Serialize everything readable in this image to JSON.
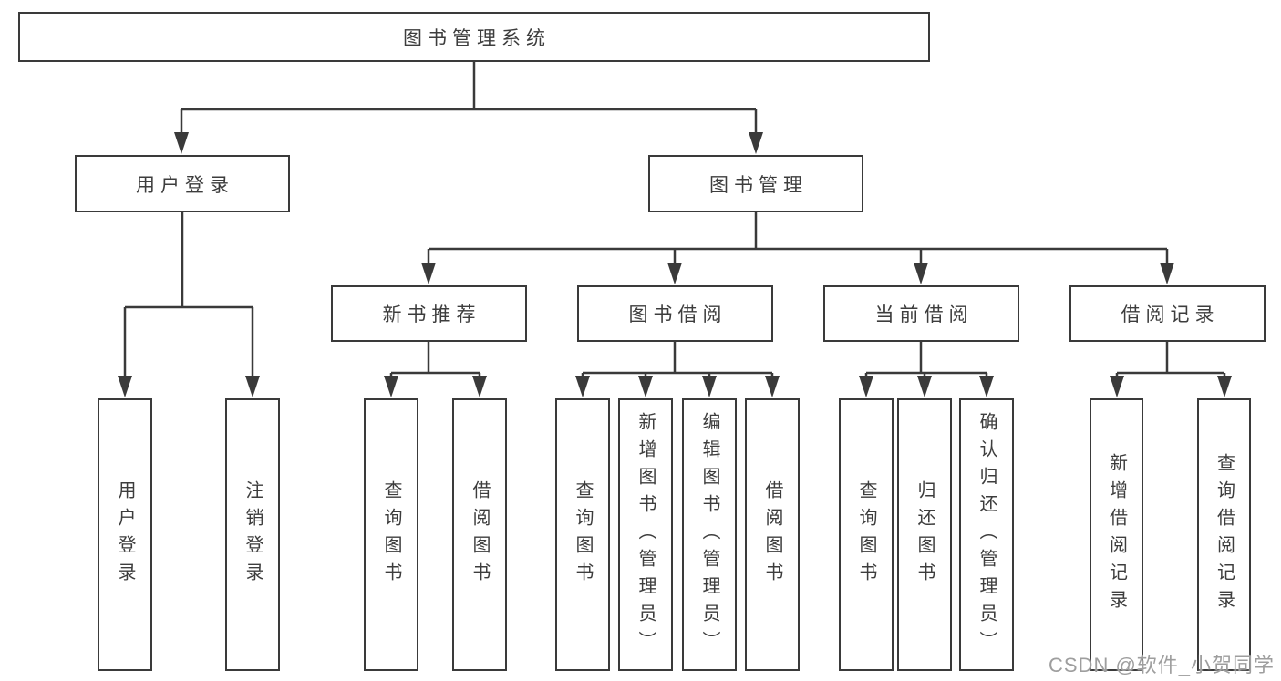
{
  "tree": {
    "root": "图书管理系统",
    "branches": [
      {
        "label": "用户登录",
        "children": [
          "用户登录",
          "注销登录"
        ]
      },
      {
        "label": "图书管理",
        "groups": [
          {
            "label": "新书推荐",
            "children": [
              "查询图书",
              "借阅图书"
            ]
          },
          {
            "label": "图书借阅",
            "children": [
              "查询图书",
              "新增图书（管理员）",
              "编辑图书（管理员）",
              "借阅图书"
            ]
          },
          {
            "label": "当前借阅",
            "children": [
              "查询图书",
              "归还图书",
              "确认归还（管理员）"
            ]
          },
          {
            "label": "借阅记录",
            "children": [
              "新增借阅记录",
              "查询借阅记录"
            ]
          }
        ]
      }
    ]
  },
  "watermark": "CSDN @软件_小贺同学",
  "colors": {
    "line": "#3a3a3a",
    "text": "#3d3d3d",
    "watermark": "#9e9e9e",
    "background": "#ffffff"
  }
}
